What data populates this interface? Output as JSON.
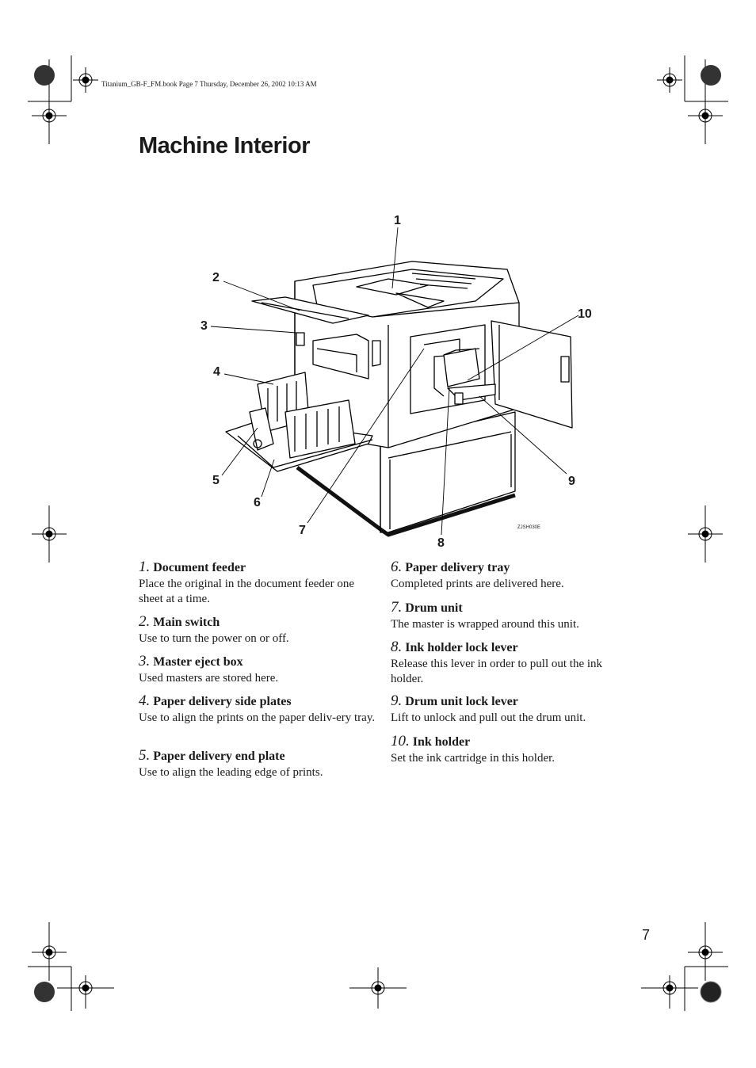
{
  "header": {
    "file_info": "Titanium_GB-F_FM.book  Page 7  Thursday, December 26, 2002  10:13 AM"
  },
  "page_title": "Machine Interior",
  "figure": {
    "callouts": [
      "1",
      "2",
      "3",
      "4",
      "5",
      "6",
      "7",
      "8",
      "9",
      "10"
    ],
    "code": "ZJSH030E"
  },
  "items": [
    {
      "num": "1.",
      "title": "Document feeder",
      "desc": "Place the original in the document feeder one sheet at a time."
    },
    {
      "num": "2.",
      "title": "Main switch",
      "desc": "Use to turn the power on or off."
    },
    {
      "num": "3.",
      "title": "Master eject box",
      "desc": "Used masters are stored here."
    },
    {
      "num": "4.",
      "title": "Paper delivery side plates",
      "desc": "Use to align the prints on the paper deliv-ery tray."
    },
    {
      "num": "5.",
      "title": "Paper delivery end plate",
      "desc": "Use to align the leading edge of prints."
    },
    {
      "num": "6.",
      "title": "Paper delivery tray",
      "desc": "Completed prints are delivered here."
    },
    {
      "num": "7.",
      "title": "Drum unit",
      "desc": "The master is wrapped around this unit."
    },
    {
      "num": "8.",
      "title": "Ink holder lock lever",
      "desc": "Release this lever in order to pull out the ink holder."
    },
    {
      "num": "9.",
      "title": "Drum unit lock lever",
      "desc": "Lift to unlock and pull out the drum unit."
    },
    {
      "num": "10.",
      "title": "Ink holder",
      "desc": "Set the ink cartridge in this holder."
    }
  ],
  "page_number": "7"
}
